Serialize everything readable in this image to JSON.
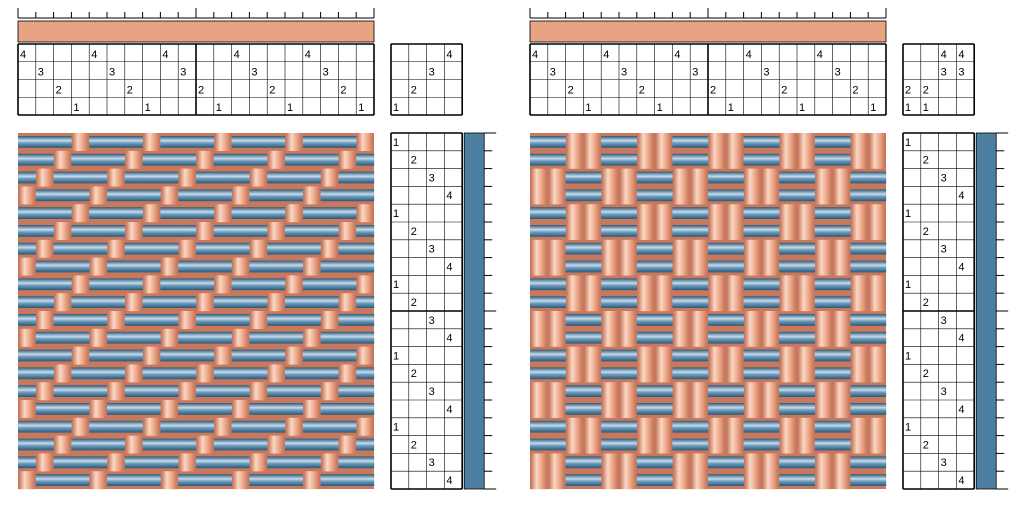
{
  "colors": {
    "warp": "#E8A284",
    "warp_light": "#FAD7C4",
    "warp_dark": "#C8785C",
    "weft": "#4D7FA3",
    "weft_light": "#C6DCEC",
    "weft_dark": "#2B5878",
    "grid_line": "#000000",
    "background": "#ffffff"
  },
  "drafts": [
    {
      "name": "draft-left",
      "threading": [
        4,
        3,
        2,
        1,
        4,
        3,
        2,
        1,
        4,
        3,
        2,
        1,
        4,
        3,
        2,
        1,
        4,
        3,
        2,
        1
      ],
      "tieup": [
        [
          4
        ],
        [
          3
        ],
        [
          2
        ],
        [
          1
        ]
      ],
      "treadling": [
        1,
        2,
        3,
        4,
        1,
        2,
        3,
        4,
        1,
        2,
        3,
        4,
        1,
        2,
        3,
        4,
        1,
        2,
        3,
        4
      ]
    },
    {
      "name": "draft-right",
      "threading": [
        4,
        3,
        2,
        1,
        4,
        3,
        2,
        1,
        4,
        3,
        2,
        1,
        4,
        3,
        2,
        1,
        4,
        3,
        2,
        1
      ],
      "tieup": [
        [
          3,
          4
        ],
        [
          3,
          4
        ],
        [
          1,
          2
        ],
        [
          1,
          2
        ]
      ],
      "treadling": [
        1,
        2,
        3,
        4,
        1,
        2,
        3,
        4,
        1,
        2,
        3,
        4,
        1,
        2,
        3,
        4,
        1,
        2,
        3,
        4
      ]
    }
  ]
}
